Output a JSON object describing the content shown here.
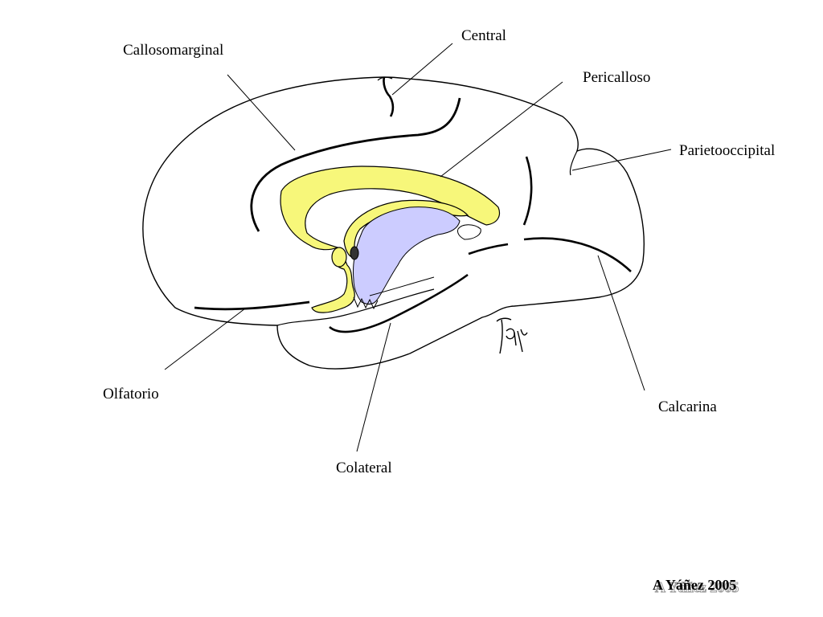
{
  "labels": {
    "central": "Central",
    "callosomarginal": "Callosomarginal",
    "pericalloso": "Pericalloso",
    "parietooccipital": "Parietooccipital",
    "olfatorio": "Olfatorio",
    "calcarina": "Calcarina",
    "colateral": "Colateral"
  },
  "credit": "A Yáñez 2005",
  "signature_text": "Yáñez",
  "colors": {
    "corpus_callosum": "#f7f77a",
    "ventricle": "#ccccff",
    "outline": "#000000"
  }
}
